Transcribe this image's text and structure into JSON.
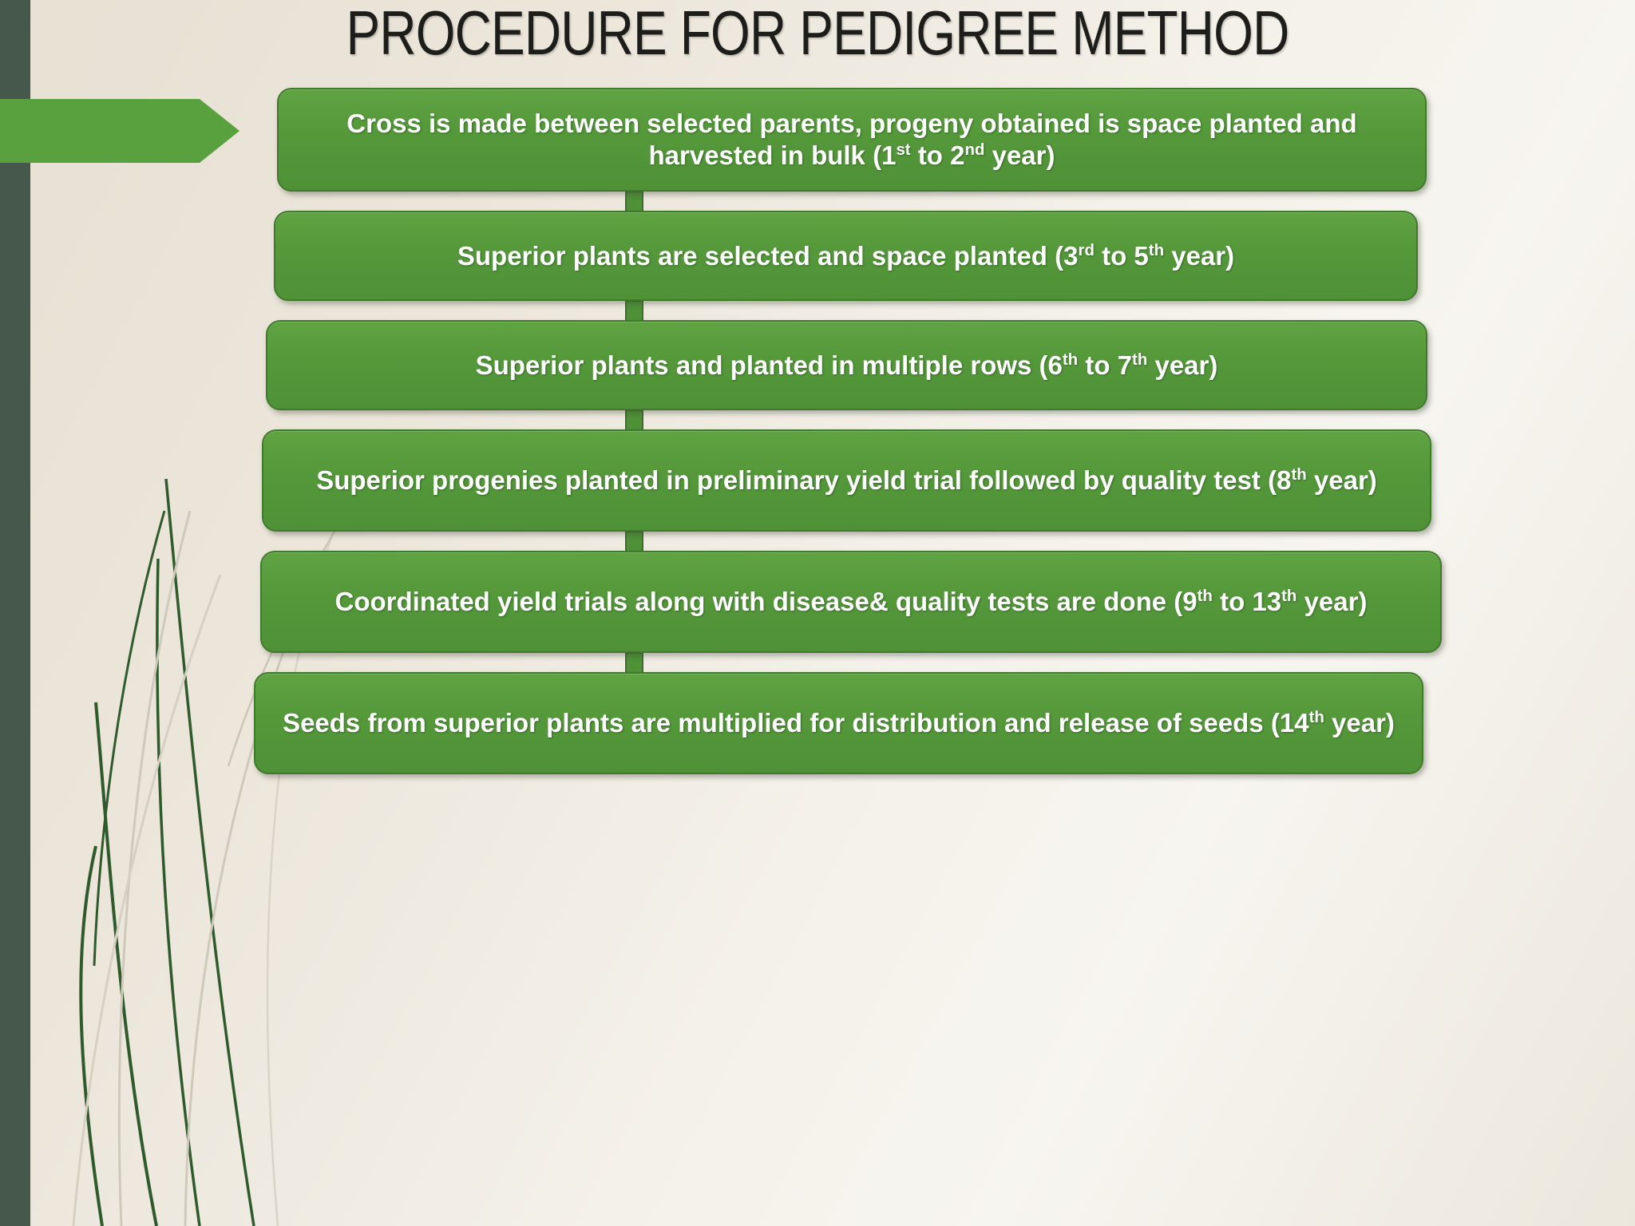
{
  "slide": {
    "title": "PROCEDURE FOR PEDIGREE METHOD",
    "banner_label": "",
    "colors": {
      "left_bar": "#46584c",
      "background": "#ece6da",
      "box_fill": "#55993b",
      "box_border": "#3f7a2b",
      "arrow_fill": "#4e9137",
      "title_text": "#1d1d1b",
      "box_text": "#ffffff"
    }
  },
  "flow": {
    "steps": [
      {
        "id": "step-1",
        "text_parts": [
          {
            "t": "Cross is made between selected parents, progeny obtained is space planted and harvested in bulk (1"
          },
          {
            "sup": "st"
          },
          {
            "t": " to 2"
          },
          {
            "sup": "nd"
          },
          {
            "t": " year)"
          }
        ],
        "plain": "Cross is made between selected parents, progeny obtained is space planted and harvested in bulk (1st to 2nd year)",
        "years": "1st to 2nd year"
      },
      {
        "id": "step-2",
        "text_parts": [
          {
            "t": "Superior plants are selected and space planted (3"
          },
          {
            "sup": "rd"
          },
          {
            "t": " to 5"
          },
          {
            "sup": "th"
          },
          {
            "t": " year)"
          }
        ],
        "plain": "Superior plants are selected and space planted (3rd to 5th year)",
        "years": "3rd to 5th year"
      },
      {
        "id": "step-3",
        "text_parts": [
          {
            "t": "Superior plants and planted in multiple rows (6"
          },
          {
            "sup": "th"
          },
          {
            "t": " to 7"
          },
          {
            "sup": "th"
          },
          {
            "t": " year)"
          }
        ],
        "plain": "Superior plants and planted in multiple rows (6th to 7th year)",
        "years": "6th to 7th year"
      },
      {
        "id": "step-4",
        "text_parts": [
          {
            "t": "Superior progenies planted in preliminary yield trial followed by quality test (8"
          },
          {
            "sup": "th"
          },
          {
            "t": " year)"
          }
        ],
        "plain": "Superior progenies planted in preliminary yield trial followed by quality test (8th year)",
        "years": "8th year"
      },
      {
        "id": "step-5",
        "text_parts": [
          {
            "t": "Coordinated yield trials along with disease& quality tests are done (9"
          },
          {
            "sup": "th"
          },
          {
            "t": " to 13"
          },
          {
            "sup": "th"
          },
          {
            "t": " year)"
          }
        ],
        "plain": "Coordinated yield trials along with disease& quality tests are done (9th to 13th year)",
        "years": "9th to 13th year"
      },
      {
        "id": "step-6",
        "text_parts": [
          {
            "t": "Seeds from superior plants are multiplied for distribution and release of seeds (14"
          },
          {
            "sup": "th"
          },
          {
            "t": " year)"
          }
        ],
        "plain": "Seeds from superior plants are multiplied for distribution and release of seeds (14th year)",
        "years": "14th year"
      }
    ],
    "connector_count": 5,
    "connector_direction": "down"
  }
}
